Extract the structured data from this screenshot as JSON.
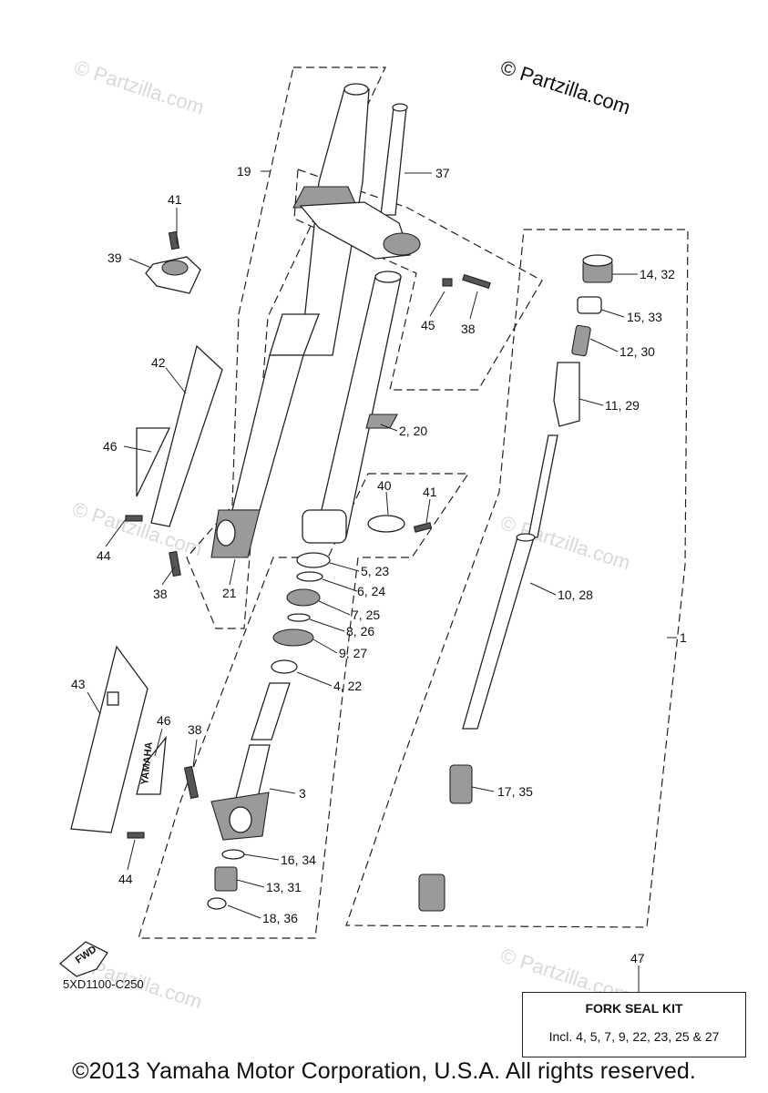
{
  "watermarks": {
    "main": "© Partzilla.com",
    "faint": "© Partzilla.com"
  },
  "callouts": {
    "c1": "1",
    "c19": "19",
    "c37": "37",
    "c41a": "41",
    "c39": "39",
    "c14_32": "14, 32",
    "c15_33": "15, 33",
    "c12_30": "12, 30",
    "c45": "45",
    "c38a": "38",
    "c42": "42",
    "c11_29": "11, 29",
    "c2_20": "2, 20",
    "c46a": "46",
    "c40": "40",
    "c41b": "41",
    "c44a": "44",
    "c38b": "38",
    "c21": "21",
    "c5_23": "5, 23",
    "c6_24": "6, 24",
    "c10_28": "10, 28",
    "c7_25": "7, 25",
    "c8_26": "8, 26",
    "c9_27": "9, 27",
    "c43": "43",
    "c4_22": "4, 22",
    "c46b": "46",
    "c38c": "38",
    "c3": "3",
    "c17_35": "17, 35",
    "c44b": "44",
    "c16_34": "16, 34",
    "c13_31": "13, 31",
    "c18_36": "18, 36",
    "c47": "47"
  },
  "decal_text": "YAMAHA",
  "fwd_label": "FWD",
  "diagram_code": "5XD1100-C250",
  "fork_seal_kit": {
    "title": "FORK SEAL KIT",
    "includes": "Incl. 4, 5, 7, 9, 22, 23, 25 & 27"
  },
  "copyright": "©2013 Yamaha Motor Corporation, U.S.A. All rights reserved."
}
